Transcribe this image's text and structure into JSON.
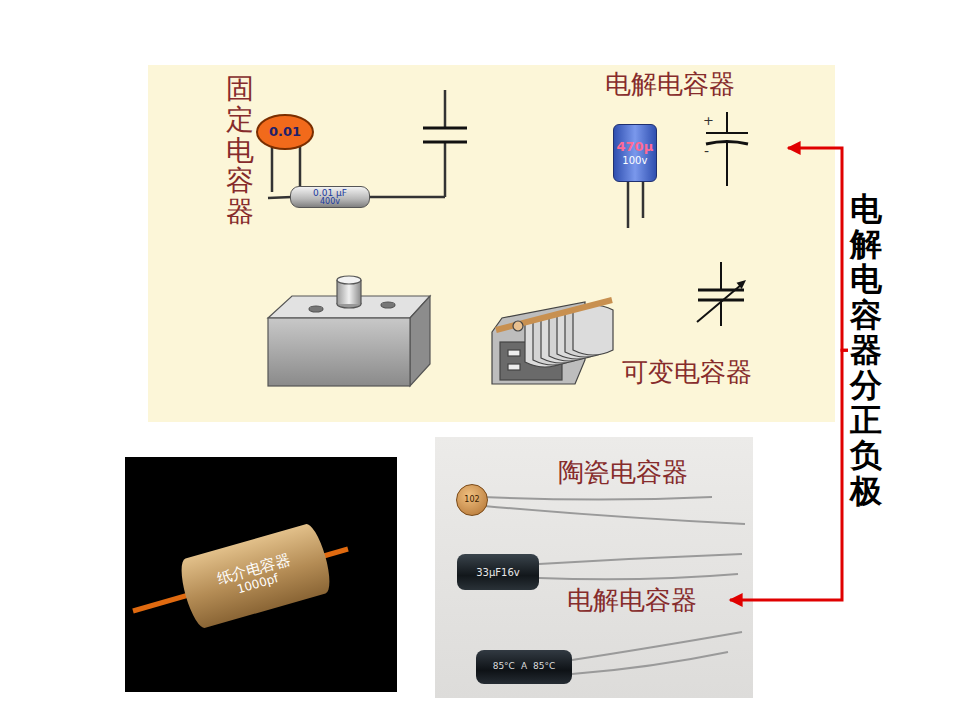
{
  "diagram": {
    "nodes": [
      {
        "text": [
          "固定电容器",
          "电解电容器",
          "可变电容器"
        ]
      },
      {
        "text": [
          "0.01"
        ],
        "in": 0
      },
      {
        "text": [
          "0.01 μF",
          "400v"
        ],
        "in": 0
      },
      {
        "text": [
          "470μ",
          "100v"
        ],
        "in": 0
      },
      {
        "text": [
          "电解电容器分正负极"
        ]
      },
      {
        "text": [
          "纸介电容器",
          "1000pf"
        ]
      },
      {
        "text": [
          "陶瓷电容器",
          "电解电容器"
        ]
      },
      {
        "text": [
          "102"
        ],
        "in": 6
      },
      {
        "text": [
          "33μF16v"
        ],
        "in": 6
      },
      {
        "text": [
          "85°C",
          "A",
          "85°C"
        ],
        "in": 6
      }
    ],
    "edges": [
      {
        "from": 4,
        "to": 0,
        "arrow": "to"
      },
      {
        "from": 4,
        "to": 6,
        "arrow": "to"
      }
    ],
    "labels": [
      "+",
      "-"
    ]
  }
}
